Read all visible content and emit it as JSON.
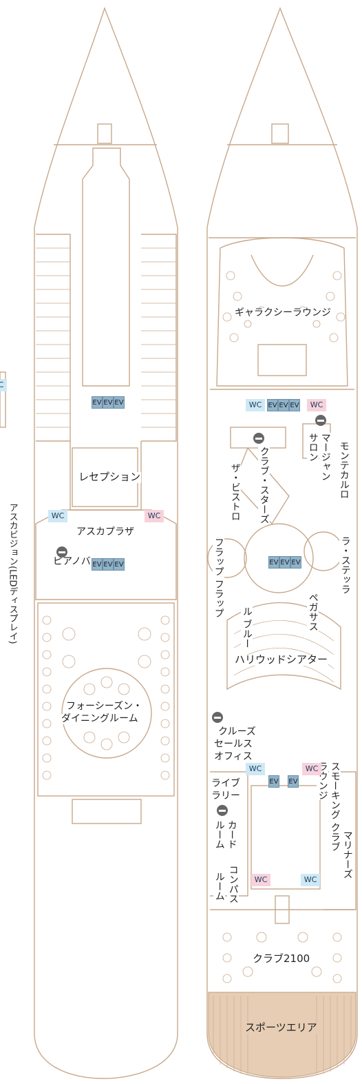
{
  "colors": {
    "hull": "#c8a88c",
    "wc_blue": "#cfe8f5",
    "wc_pink": "#f7d2dc",
    "elevator": "#8fb3c9",
    "sports": "#e6cdb4"
  },
  "left_deck": {
    "reception": "レセプション",
    "aska_plaza": "アスカプラザ",
    "piano_bar": "ピアノバー",
    "dining": [
      "フォーシーズン・",
      "ダイニングルーム"
    ],
    "aska_vision": "アスカビジョン(LEDディスプレイ)",
    "wc": "WC"
  },
  "right_deck": {
    "galaxy_lounge": "ギャラクシーラウンジ",
    "salon": "サロン",
    "mahjong": "マージャン",
    "club_stars": "クラブ・スターズ",
    "the_bistro": "ザ・ビストロ",
    "monte_carlo": "モンテカルロ",
    "flap_flap": "フラップ フラップ",
    "la_stella": "ラ・ステッラ",
    "ruble": "ル ブルー",
    "pegasus": "ペガサス",
    "hollywood_theater": "ハリウッドシアター",
    "cruise_sales": [
      "クルーズ",
      "セールス",
      "オフィス"
    ],
    "smoking_club": [
      "スモーキング クラブ",
      "ラウンジ"
    ],
    "library": [
      "ライブ",
      "ラリー"
    ],
    "card_room": [
      "カード",
      "ルーム"
    ],
    "compass_room": [
      "コンパス",
      "ルーム"
    ],
    "mariners": "マリナーズ",
    "club2100": "クラブ2100",
    "sports_area": "スポーツエリア",
    "wc": "WC"
  },
  "elevator_mark": "EV"
}
